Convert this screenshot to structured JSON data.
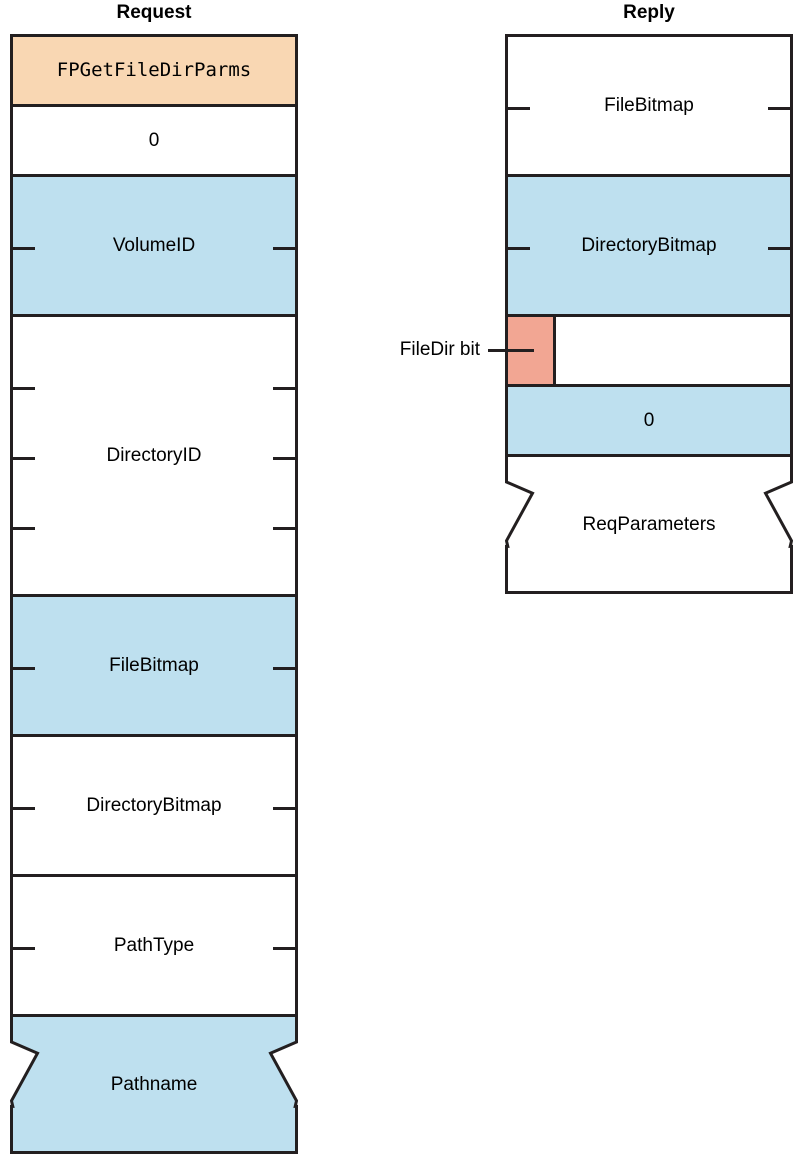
{
  "columns": {
    "request": {
      "title": "Request"
    },
    "reply": {
      "title": "Reply"
    }
  },
  "colors": {
    "fill_blue": "#bee0ef",
    "fill_peach": "#f9d7b3",
    "fill_salmon": "#f2a693",
    "fill_white": "#ffffff",
    "stroke": "#231f20"
  },
  "request_fields": [
    {
      "label": "FPGetFileDirParms",
      "fill": "peach",
      "bytes": 1,
      "mono": true,
      "torn": false
    },
    {
      "label": "0",
      "fill": "white",
      "bytes": 1,
      "mono": false,
      "torn": false
    },
    {
      "label": "VolumeID",
      "fill": "blue",
      "bytes": 2,
      "mono": false,
      "torn": false
    },
    {
      "label": "DirectoryID",
      "fill": "white",
      "bytes": 4,
      "mono": false,
      "torn": false
    },
    {
      "label": "FileBitmap",
      "fill": "blue",
      "bytes": 2,
      "mono": false,
      "torn": false
    },
    {
      "label": "DirectoryBitmap",
      "fill": "white",
      "bytes": 2,
      "mono": false,
      "torn": false
    },
    {
      "label": "PathType",
      "fill": "white",
      "bytes": 2,
      "mono": false,
      "torn": false
    },
    {
      "label": "Pathname",
      "fill": "blue",
      "bytes": 2,
      "mono": false,
      "torn": true
    }
  ],
  "reply_fields": [
    {
      "label": "FileBitmap",
      "fill": "white",
      "bytes": 2,
      "mono": false,
      "torn": false
    },
    {
      "label": "DirectoryBitmap",
      "fill": "blue",
      "bytes": 2,
      "mono": false,
      "torn": false
    },
    {
      "label": "",
      "fill": "white",
      "bytes": 1,
      "mono": false,
      "torn": false,
      "split": true,
      "split_fill": "salmon",
      "split_frac": 0.17
    },
    {
      "label": "0",
      "fill": "blue",
      "bytes": 1,
      "mono": false,
      "torn": false
    },
    {
      "label": "ReqParameters",
      "fill": "white",
      "bytes": 2,
      "mono": false,
      "torn": true
    }
  ],
  "annotations": [
    {
      "label": "FileDir bit",
      "target": "filedir-bit-cell"
    }
  ]
}
